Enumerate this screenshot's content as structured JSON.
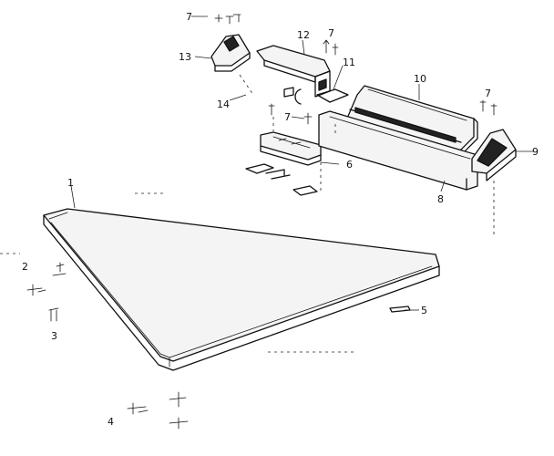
{
  "callouts": {
    "c1": "1",
    "c2": "2",
    "c3": "3",
    "c4": "4",
    "c5": "5",
    "c6": "6",
    "c7a": "7",
    "c7b": "7",
    "c7c": "7",
    "c7d": "7",
    "c8": "8",
    "c9": "9",
    "c10": "10",
    "c11": "11",
    "c12": "12",
    "c13": "13",
    "c14": "14"
  }
}
